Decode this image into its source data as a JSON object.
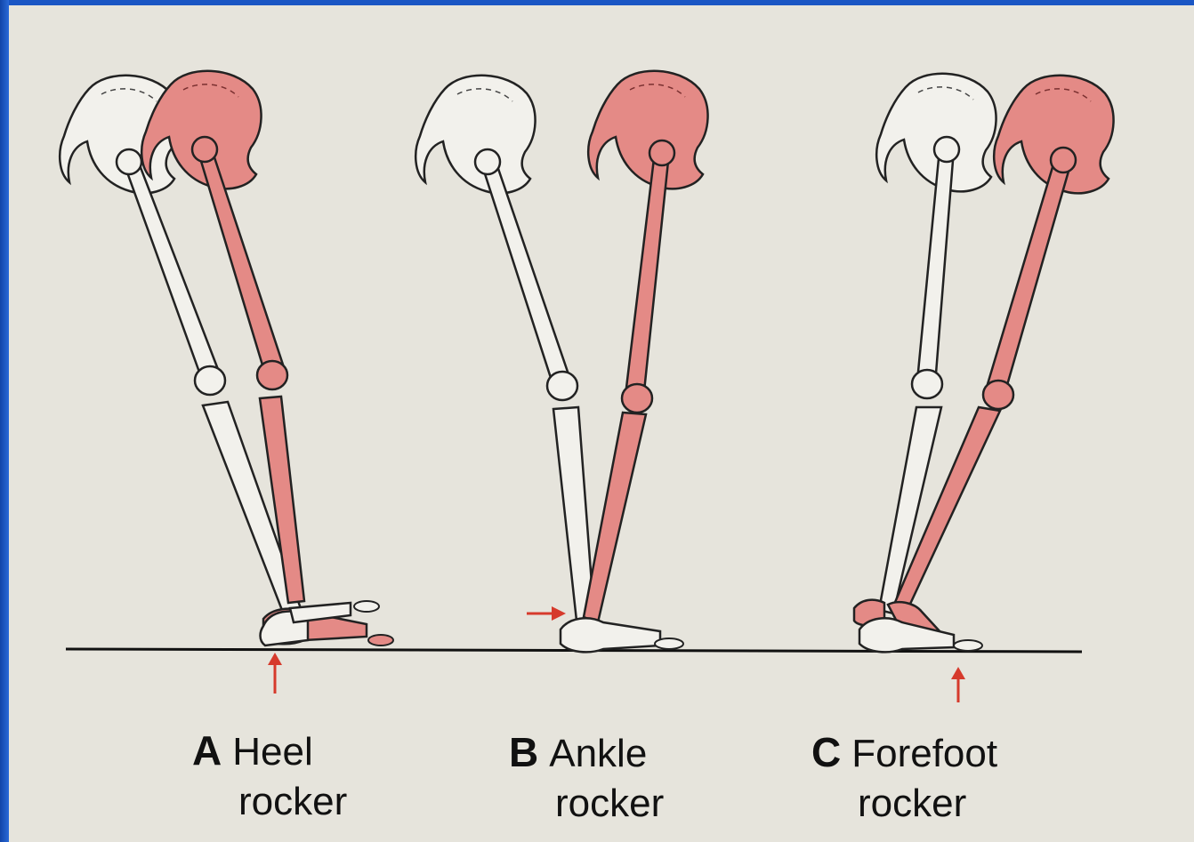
{
  "panels": [
    {
      "letter": "A",
      "title": "Heel",
      "subtitle": "rocker"
    },
    {
      "letter": "B",
      "title": "Ankle",
      "subtitle": "rocker"
    },
    {
      "letter": "C",
      "title": "Forefoot",
      "subtitle": "rocker"
    }
  ],
  "colors": {
    "bone_light": "#f2f1ec",
    "bone_red": "#e48a86",
    "outline": "#222222",
    "arrow": "#d63a2c",
    "page": "#e6e4dc",
    "frame": "#1a56c4"
  }
}
